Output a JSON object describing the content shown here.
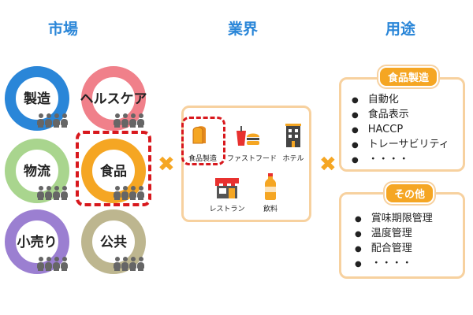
{
  "headings": {
    "market": "市場",
    "industry": "業界",
    "usage": "用途"
  },
  "markets": [
    {
      "label": "製造",
      "color": "#2a86d8"
    },
    {
      "label": "ヘルスケア",
      "color": "#f0808a"
    },
    {
      "label": "物流",
      "color": "#a9d58e"
    },
    {
      "label": "食品",
      "color": "#f5a623"
    },
    {
      "label": "小売り",
      "color": "#9b7fd1"
    },
    {
      "label": "公共",
      "color": "#bdb68f"
    }
  ],
  "industries": [
    "食品製造",
    "ファストフード",
    "ホテル",
    "レストラン",
    "飲料"
  ],
  "usage_groups": [
    {
      "title": "食品製造",
      "items": [
        "自動化",
        "食品表示",
        "HACCP",
        "トレーサビリティ",
        "・・・・"
      ]
    },
    {
      "title": "その他",
      "items": [
        "賞味期限管理",
        "温度管理",
        "配合管理",
        "・・・・"
      ]
    }
  ],
  "colors": {
    "heading": "#2a86d8",
    "accent": "#f5a623",
    "panel_border": "#f7d19f",
    "highlight": "#d8181d"
  }
}
